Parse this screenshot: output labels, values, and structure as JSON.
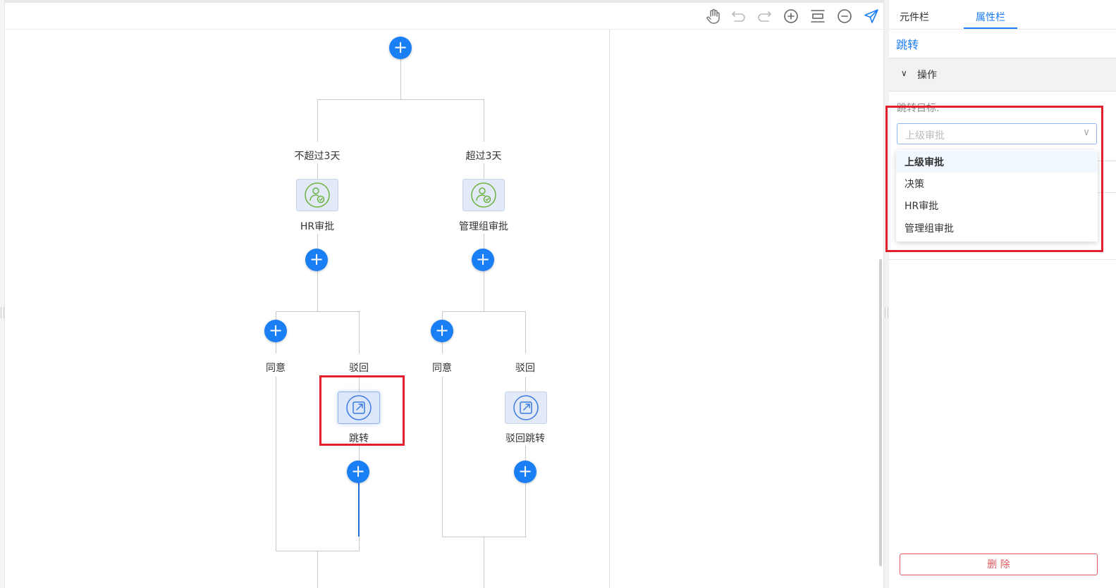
{
  "toolbar": {
    "items": [
      "hand-icon",
      "undo-icon",
      "redo-icon",
      "zoom-in-icon",
      "fit-icon",
      "zoom-out-icon",
      "send-icon"
    ],
    "accent": "#1a7ef5"
  },
  "flow": {
    "branch_left_label": "不超过3天",
    "branch_right_label": "超过3天",
    "node_hr_label": "HR审批",
    "node_mgmt_label": "管理组审批",
    "cond_agree_1": "同意",
    "cond_reject_1": "驳回",
    "cond_agree_2": "同意",
    "cond_reject_2": "驳回",
    "node_jump_label": "跳转",
    "node_reject_jump_label": "驳回跳转",
    "plus_symbol": "+"
  },
  "panel": {
    "tab_components": "元件栏",
    "tab_properties": "属性栏",
    "title": "跳转",
    "section_title": "操作",
    "field_label": "跳转目标:",
    "select_value": "上级审批",
    "options": [
      "上级审批",
      "决策",
      "HR审批",
      "管理组审批"
    ],
    "delete_label": "删 除"
  },
  "colors": {
    "accent": "#1a7ef5",
    "highlight_box": "#e0202d",
    "delete": "#e05a60"
  }
}
